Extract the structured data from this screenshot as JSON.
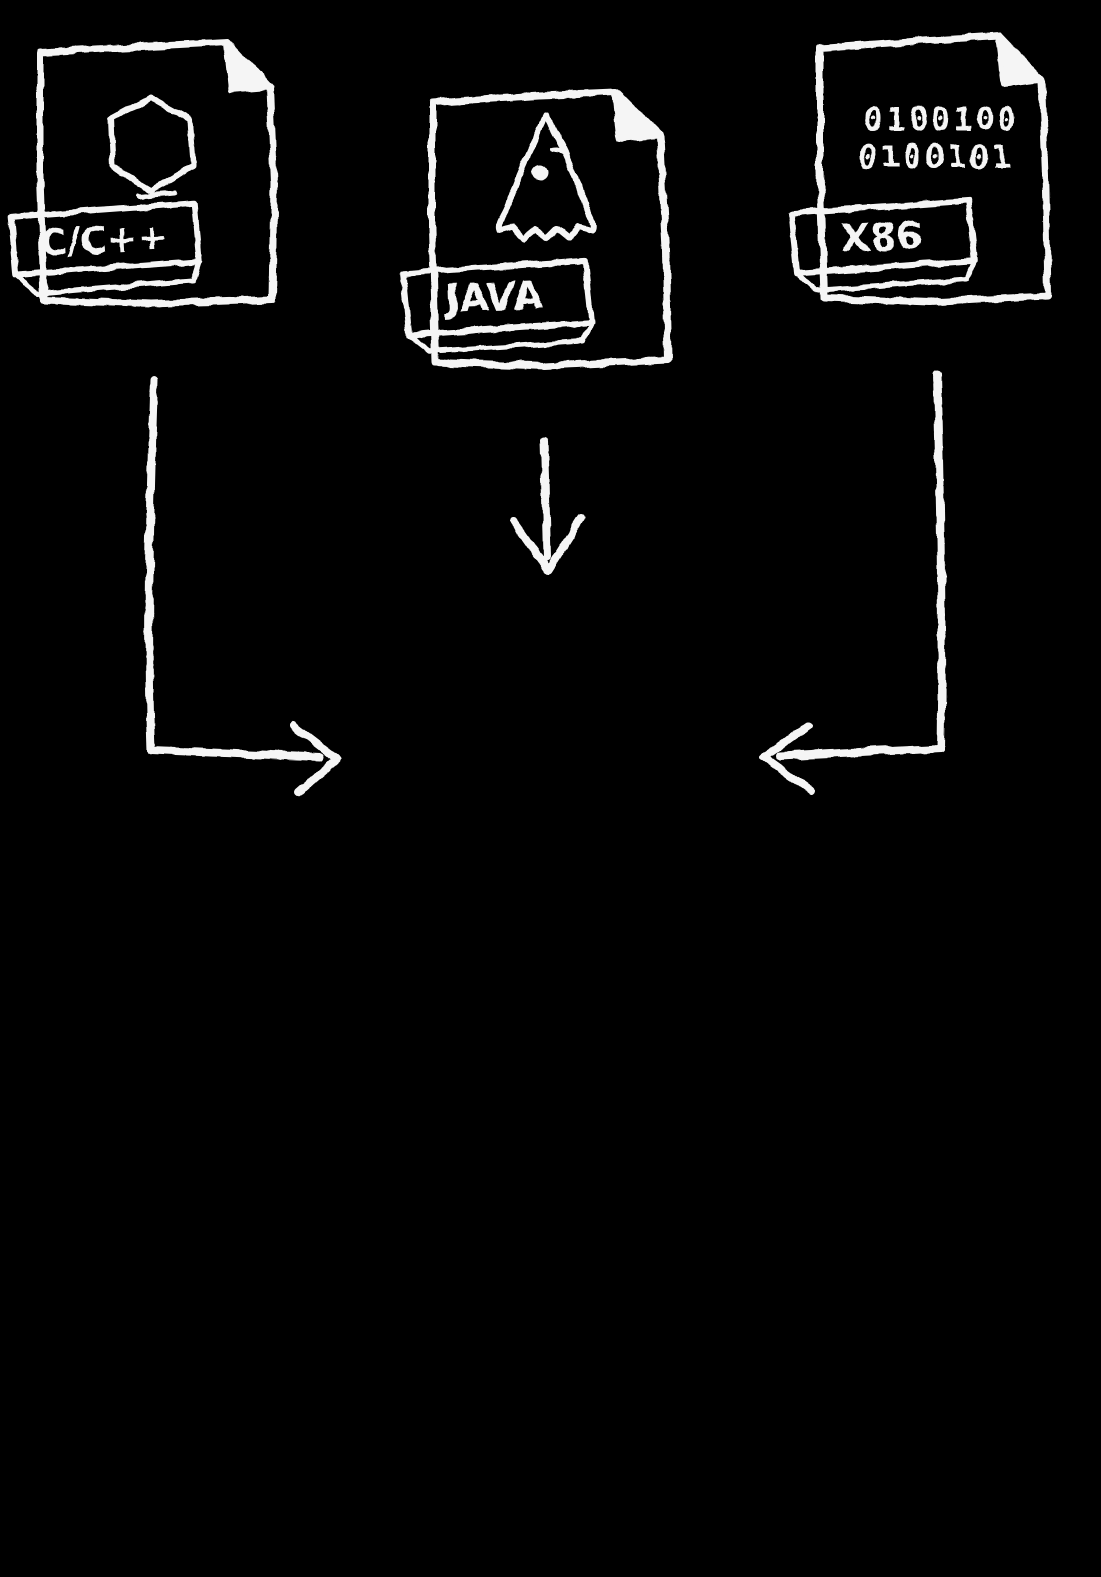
{
  "diagram": {
    "description": "Hand-drawn chalk-style diagram of three source file icons with arrows converging downward",
    "colors": {
      "background": "#000000",
      "ink": "#f5f5f5"
    },
    "nodes": {
      "cpp": {
        "label": "C/C++",
        "icon": "hexagon-icon",
        "type": "source-file"
      },
      "java": {
        "label": "JAVA",
        "icon": "duke-mascot-icon",
        "type": "source-file"
      },
      "x86": {
        "label": "X86",
        "icon": "binary-digits-icon",
        "type": "binary-file",
        "binary_line1": "0100100",
        "binary_line2": "0100101"
      }
    },
    "edges": [
      {
        "from": "cpp",
        "direction": "down-then-right",
        "arrowhead": "right"
      },
      {
        "from": "java",
        "direction": "down",
        "arrowhead": "down"
      },
      {
        "from": "x86",
        "direction": "down-then-left",
        "arrowhead": "left"
      }
    ]
  }
}
